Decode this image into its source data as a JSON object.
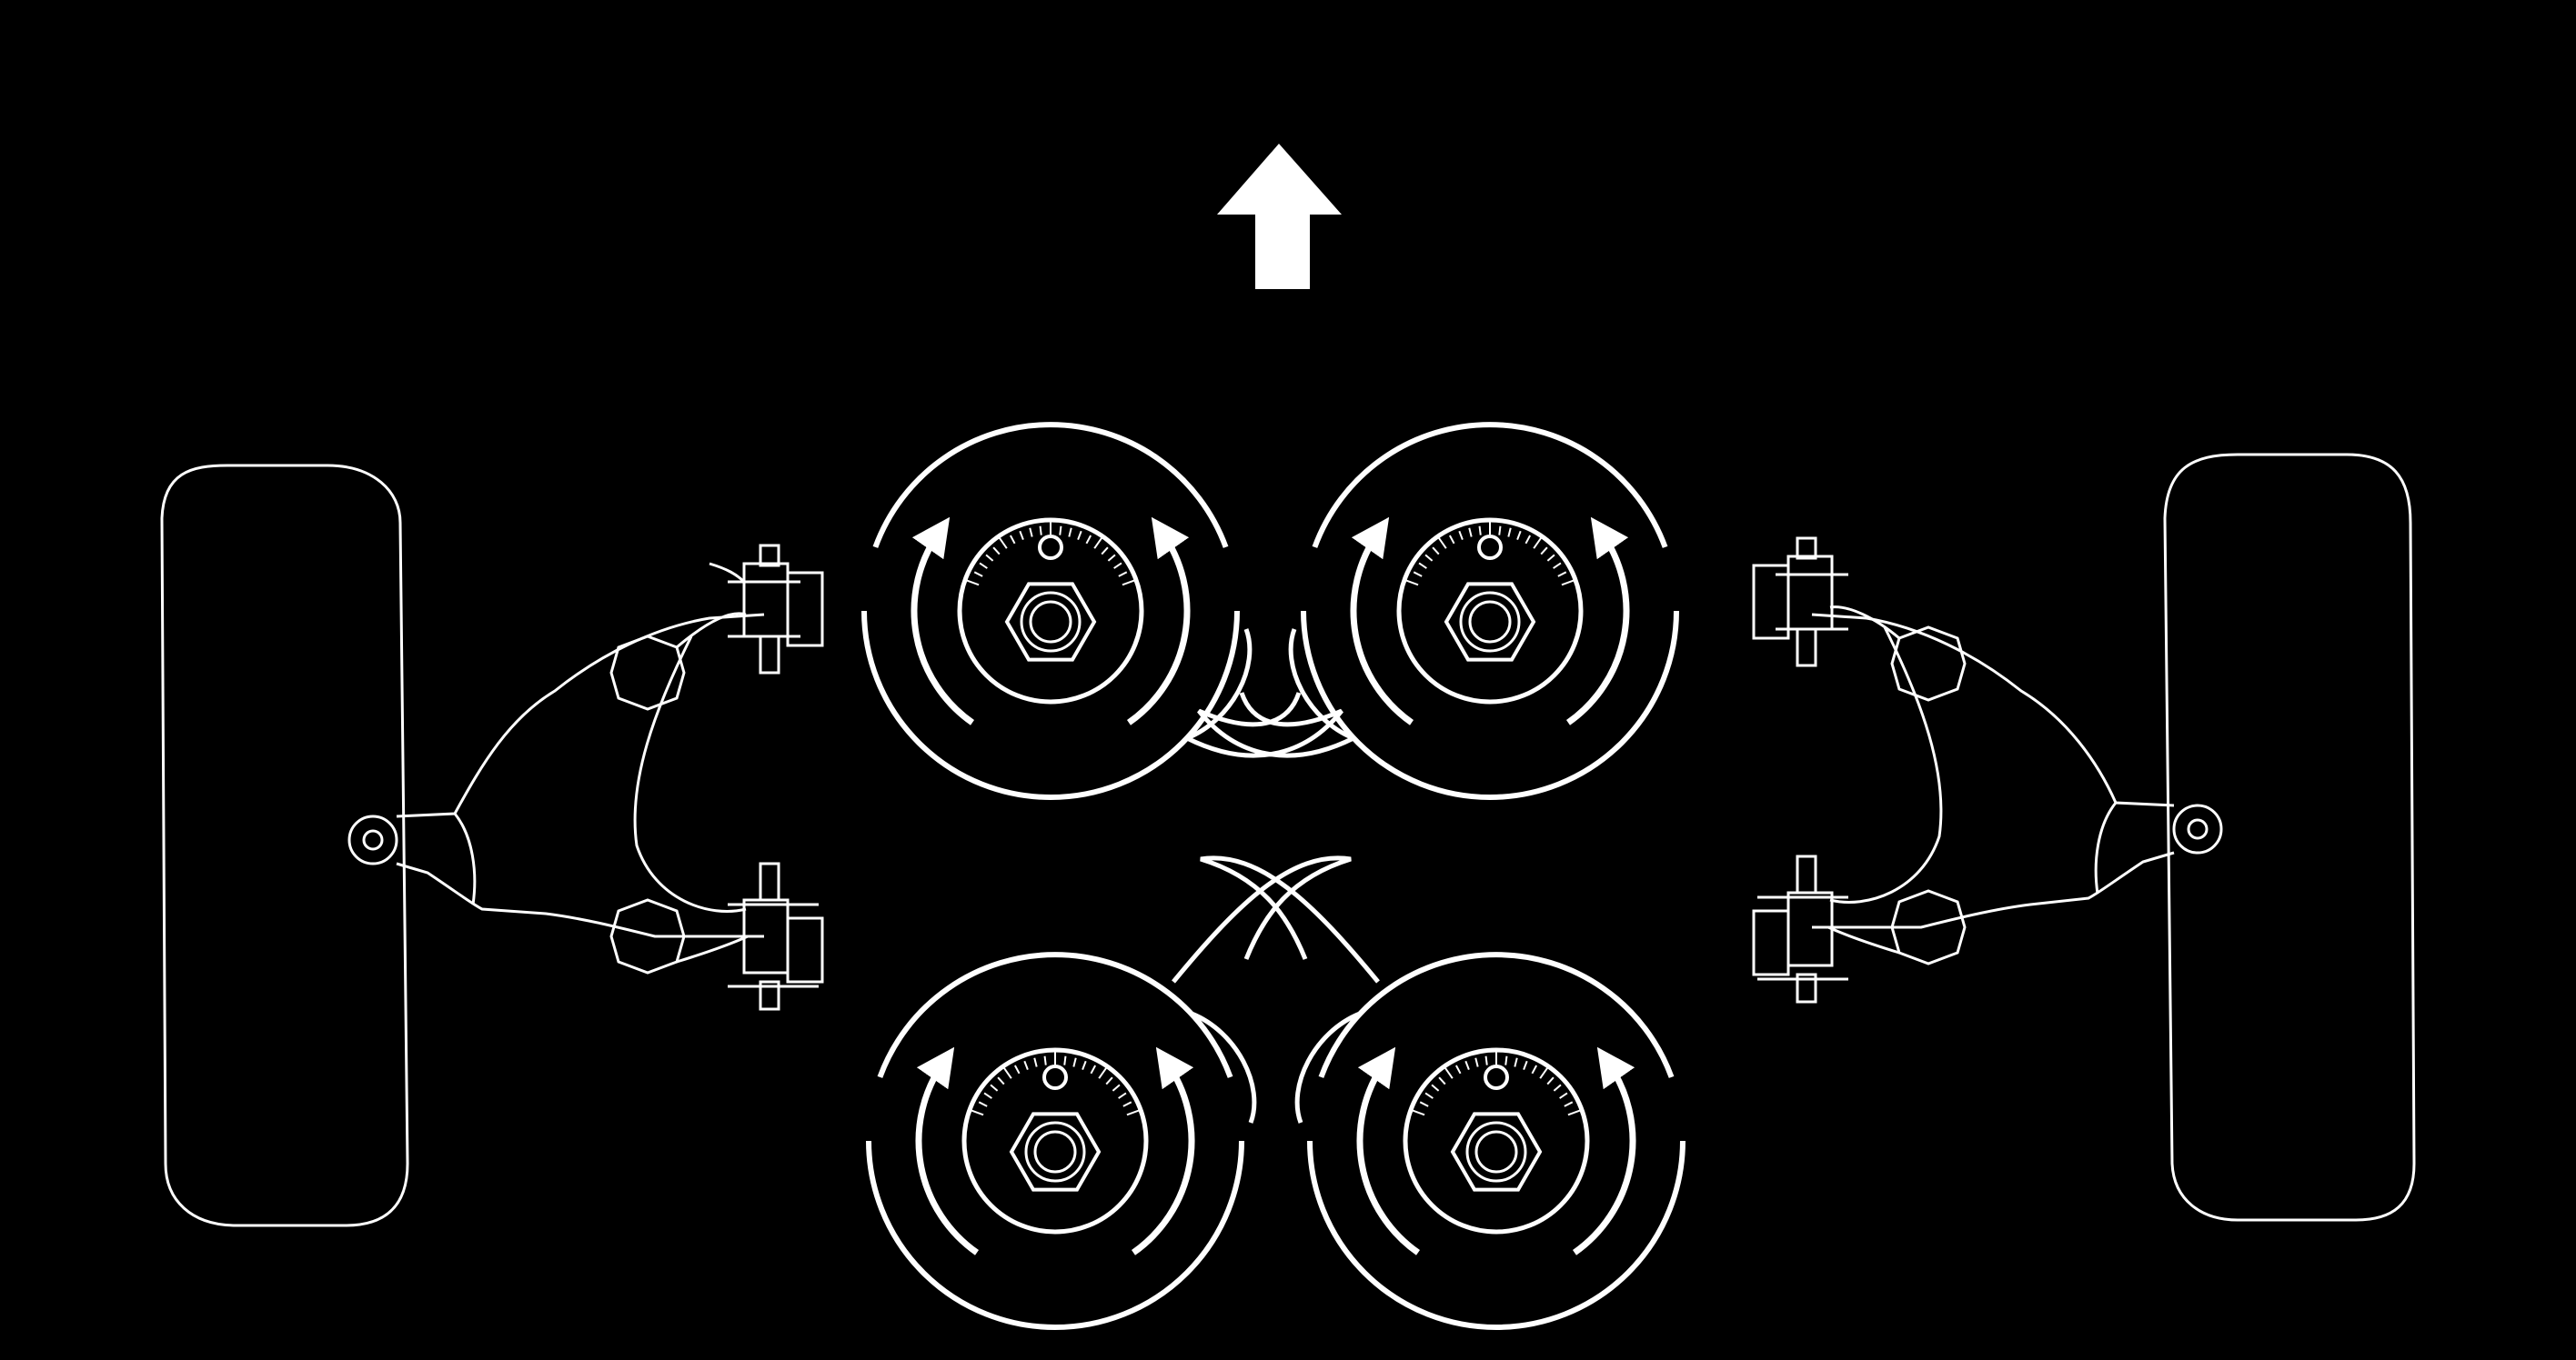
{
  "diagram": {
    "background": "#000000",
    "stroke_color": "#ffffff",
    "forward_arrow_icon": "arrow-up-icon",
    "adjusters": [
      {
        "position": "front-left",
        "name": "adjuster-front-left"
      },
      {
        "position": "front-right",
        "name": "adjuster-front-right"
      },
      {
        "position": "rear-left",
        "name": "adjuster-rear-left"
      },
      {
        "position": "rear-right",
        "name": "adjuster-rear-right"
      }
    ],
    "wheels": [
      {
        "side": "left",
        "name": "wheel-left"
      },
      {
        "side": "right",
        "name": "wheel-right"
      }
    ]
  }
}
